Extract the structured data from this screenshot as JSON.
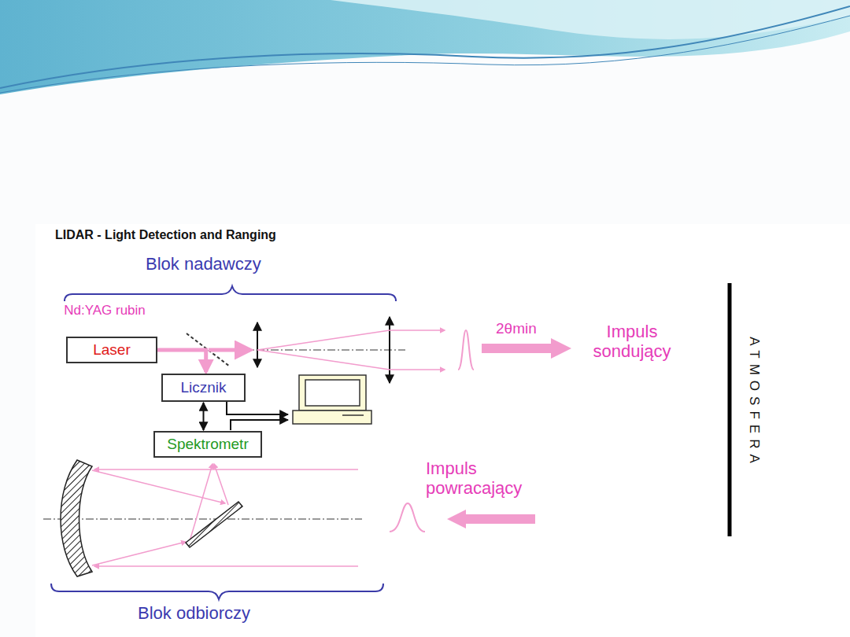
{
  "diagram": {
    "title": "LIDAR - Light Detection and Ranging",
    "nodes": [
      {
        "text": [
          "Laser"
        ]
      },
      {
        "text": [
          "Licznik"
        ]
      },
      {
        "text": [
          "Spektrometr"
        ]
      }
    ],
    "edges": [
      {
        "from": 0,
        "to": 1,
        "arrow": "to"
      },
      {
        "from": 1,
        "to": 2,
        "arrow": "both"
      }
    ],
    "labels": [
      "Blok nadawczy",
      "Nd:YAG rubin",
      "2θmin",
      "Impuls sondujący",
      "ATMOSFERA",
      "Impuls powracający",
      "Blok odbiorczy"
    ]
  }
}
